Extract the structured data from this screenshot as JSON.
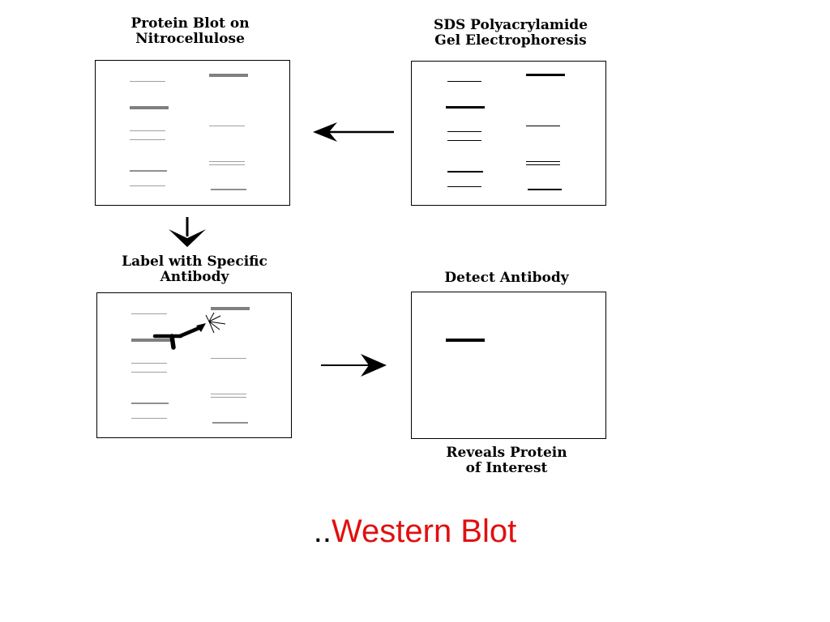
{
  "labels": {
    "blot_title_1": "Protein Blot on",
    "blot_title_2": "Nitrocellulose",
    "sds_title_1": "SDS Polyacrylamide",
    "sds_title_2": "Gel Electrophoresis",
    "antibody_title_1": "Label with Specific",
    "antibody_title_2": "Antibody",
    "detect_title": "Detect Antibody",
    "reveal_1": "Reveals Protein",
    "reveal_2": "of Interest"
  },
  "footer": {
    "prefix": "..",
    "title": "Western Blot"
  },
  "colors": {
    "footer_prefix": "#000000",
    "footer_title": "#e01010",
    "gel_band": "#000000",
    "blot_band": "#808080",
    "arrow": "#000000"
  },
  "icons": {
    "arrow_left": "arrow-left-icon",
    "arrow_down": "arrow-down-icon",
    "arrow_right": "arrow-right-icon",
    "antibody": "antibody-icon",
    "signal": "signal-burst-icon"
  }
}
